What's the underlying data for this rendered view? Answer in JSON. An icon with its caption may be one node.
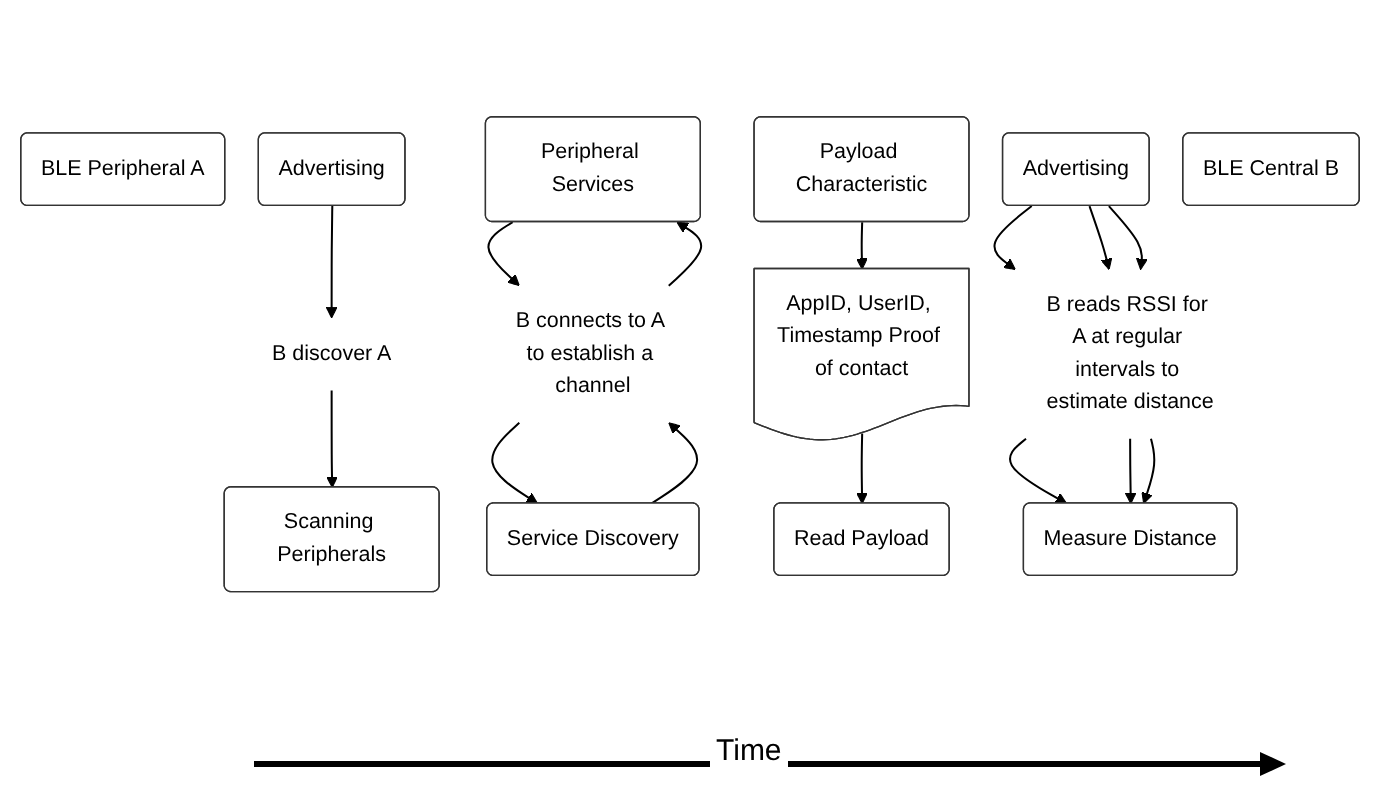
{
  "diagram": {
    "nodes": [
      {
        "text": [
          "BLE Peripheral A"
        ]
      },
      {
        "text": [
          "Advertising"
        ]
      },
      {
        "text": [
          "Peripheral Services"
        ]
      },
      {
        "text": [
          "Payload Characteristic"
        ]
      },
      {
        "text": [
          "Advertising"
        ]
      },
      {
        "text": [
          "B discover A"
        ]
      },
      {
        "text": [
          "B connects to A to establish a channel"
        ]
      },
      {
        "text": [
          "AppID, UserID, Timestamp Proof of contact"
        ]
      },
      {
        "text": [
          "B reads RSSI for A at regular intervals to estimate distance"
        ]
      },
      {
        "text": [
          "BLE Central B"
        ]
      },
      {
        "text": [
          "Scanning Peripherals"
        ]
      },
      {
        "text": [
          "Service Discovery"
        ]
      },
      {
        "text": [
          "Read Payload"
        ]
      },
      {
        "text": [
          "Measure Distance"
        ]
      }
    ],
    "edges": [
      {
        "from": 1,
        "to": 5,
        "arrow": "to"
      },
      {
        "from": 5,
        "to": 10,
        "arrow": "to"
      },
      {
        "from": 6,
        "to": 2,
        "arrow": "to"
      },
      {
        "from": 2,
        "to": 6,
        "arrow": "to"
      },
      {
        "from": 6,
        "to": 11,
        "arrow": "to"
      },
      {
        "from": 11,
        "to": 6,
        "arrow": "to"
      },
      {
        "from": 3,
        "to": 7,
        "arrow": "to"
      },
      {
        "from": 7,
        "to": 12,
        "arrow": "to"
      },
      {
        "from": 4,
        "to": 8,
        "arrow": "to"
      },
      {
        "from": 4,
        "to": 8,
        "arrow": "to"
      },
      {
        "from": 4,
        "to": 8,
        "arrow": "to"
      },
      {
        "from": 8,
        "to": 13,
        "arrow": "to"
      },
      {
        "from": 8,
        "to": 13,
        "arrow": "to"
      },
      {
        "from": 8,
        "to": 13,
        "arrow": "to"
      }
    ],
    "labels": [
      "Time"
    ]
  }
}
